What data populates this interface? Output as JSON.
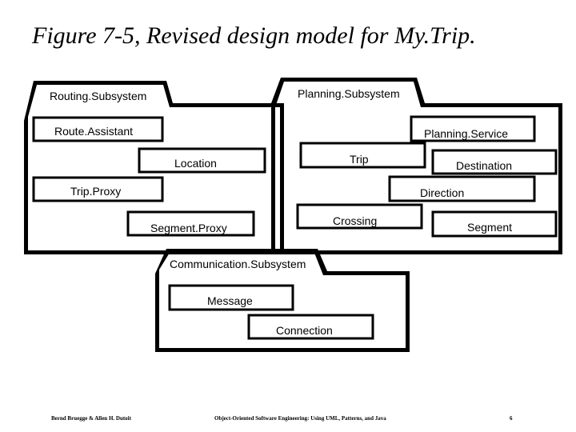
{
  "title": "Figure 7-5, Revised design model for My.Trip.",
  "packages": {
    "routing": "Routing.Subsystem",
    "planning": "Planning.Subsystem",
    "communication": "Communication.Subsystem"
  },
  "classes": {
    "route_assistant": "Route.Assistant",
    "location": "Location",
    "trip_proxy": "Trip.Proxy",
    "segment_proxy": "Segment.Proxy",
    "planning_service": "Planning.Service",
    "trip": "Trip",
    "destination": "Destination",
    "direction": "Direction",
    "crossing": "Crossing",
    "segment": "Segment",
    "message": "Message",
    "connection": "Connection"
  },
  "footer": {
    "authors": "Bernd Bruegge & Allen H. Dutoit",
    "book": "Object-Oriented Software Engineering: Using UML, Patterns, and Java",
    "page": "6"
  }
}
